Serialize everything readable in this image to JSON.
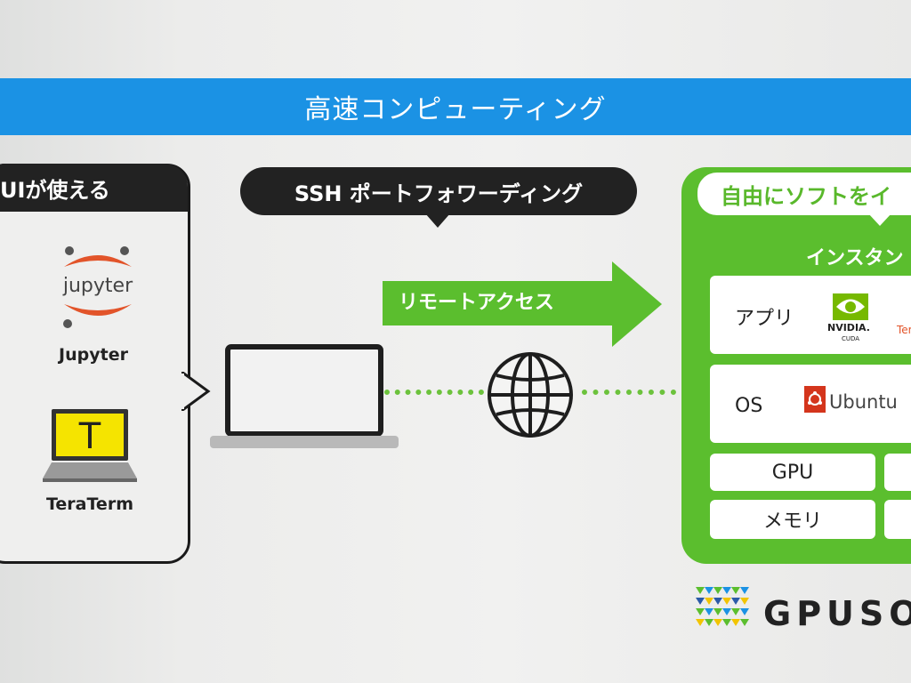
{
  "banner": {
    "title": "高速コンピューティング"
  },
  "left_panel": {
    "header": "UIが使える",
    "apps": [
      {
        "name": "Jupyter",
        "logo_text": "jupyter"
      },
      {
        "name": "TeraTerm",
        "logo_text": "T"
      }
    ]
  },
  "ssh_pill": {
    "label": "SSH ポートフォワーディング"
  },
  "remote_arrow": {
    "label": "リモートアクセス"
  },
  "right_panel": {
    "header": "自由にソフトをイ",
    "instance_label": "インスタン",
    "rows": {
      "app": {
        "label": "アプリ",
        "nvidia_text": "NVIDIA.",
        "cuda_text": "CUDA",
        "partial_text": "Ter"
      },
      "os": {
        "label": "OS",
        "ubuntu_text": "Ubuntu"
      },
      "gpu": {
        "label": "GPU"
      },
      "memory": {
        "label": "メモリ"
      }
    }
  },
  "brand": {
    "name": "GPUSO"
  },
  "colors": {
    "blue": "#1b92e4",
    "green": "#5bbe2e",
    "dark": "#222222",
    "jupyter_orange": "#e2542a",
    "ubuntu_red": "#d4351c",
    "nvidia_green": "#76b900",
    "teraterm_yellow": "#f5e400"
  }
}
